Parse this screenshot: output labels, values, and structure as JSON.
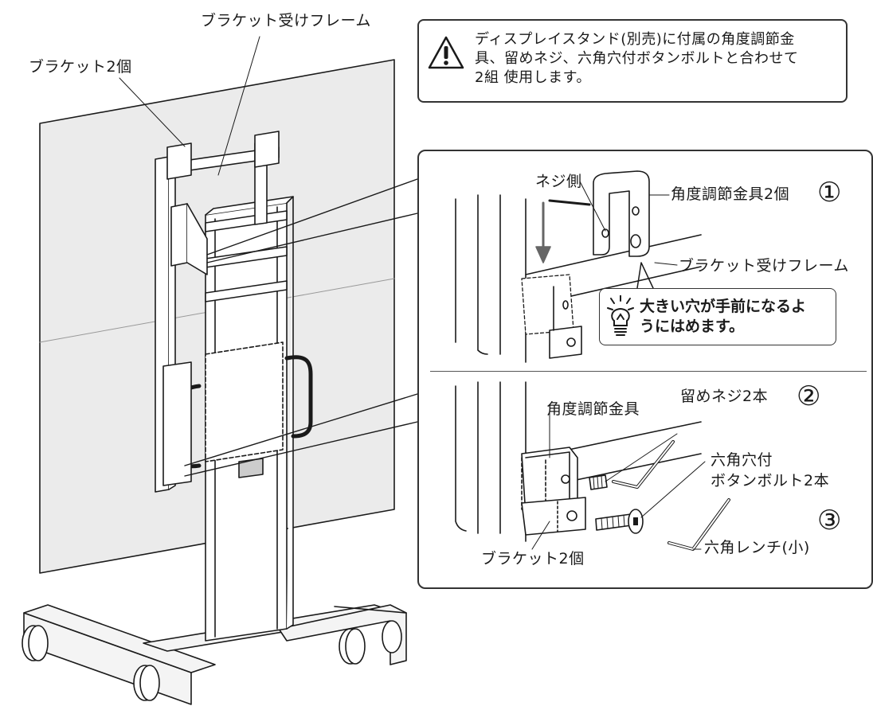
{
  "labels": {
    "bracket_frame_top": "ブラケット受けフレーム",
    "brackets_2_top": "ブラケット2個",
    "screw_side": "ネジ側",
    "angle_fittings_2": "角度調節金具2個",
    "bracket_frame_detail": "ブラケット受けフレーム",
    "angle_fitting": "角度調節金具",
    "set_screws_2": "留めネジ2本",
    "hex_socket_line1": "六角穴付",
    "hex_socket_line2": "ボタンボルト2本",
    "brackets_2_bottom": "ブラケット2個",
    "hex_wrench_small": "六角レンチ(小)"
  },
  "notice": {
    "line1": "ディスプレイスタンド(別売)に付属の角度調節金",
    "line2": "具、留めネジ、六角穴付ボタンボルトと合わせて",
    "line3": "2組 使用します。",
    "icon": "warning-triangle-icon"
  },
  "tip": {
    "line1": "大きい穴が手前になるよ",
    "line2": "うにはめます。",
    "icon": "lightbulb-icon"
  },
  "step_numbers": {
    "one": "①",
    "two": "②",
    "three": "③"
  }
}
